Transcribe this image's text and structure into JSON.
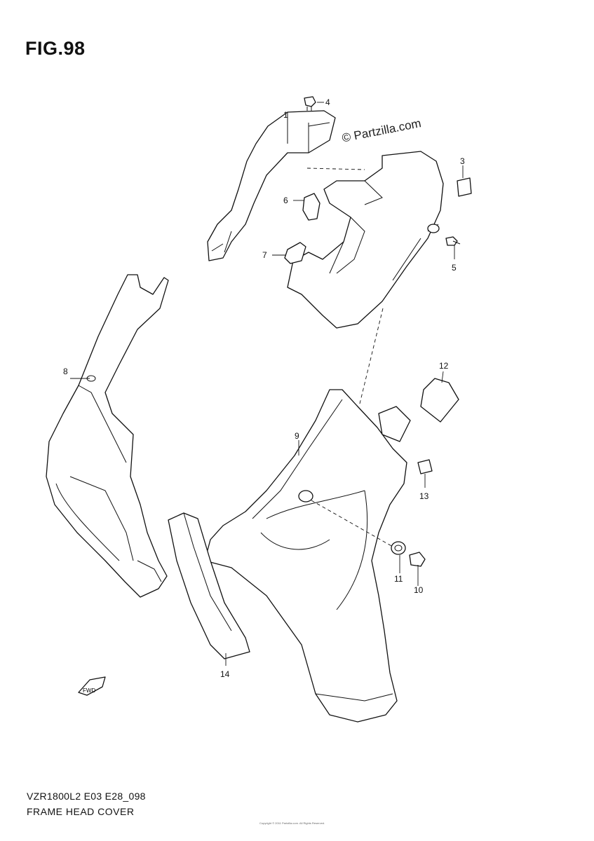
{
  "figure": {
    "title": "FIG.98",
    "watermark": "© Partzilla.com",
    "model_code": "VZR1800L2 E03 E28_098",
    "section_title": "FRAME HEAD COVER",
    "copyright_line": "Copyright © 2011 Partzilla.com. All Rights Reserved.",
    "fwd_label": "FWD"
  },
  "callouts": [
    "1",
    "3",
    "4",
    "5",
    "6",
    "7",
    "8",
    "9",
    "10",
    "11",
    "12",
    "13",
    "14"
  ]
}
